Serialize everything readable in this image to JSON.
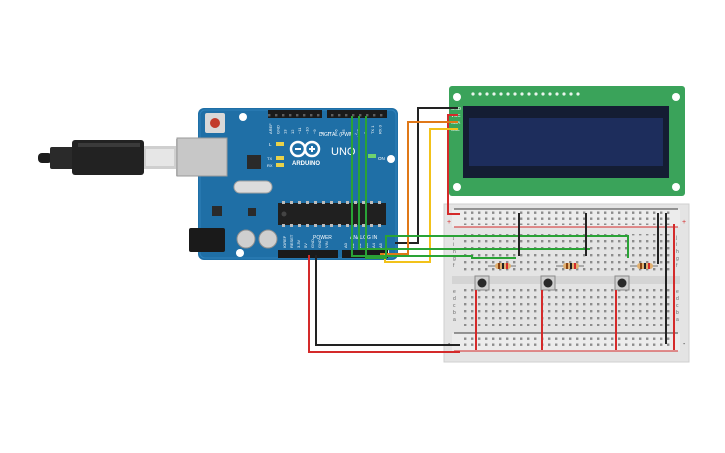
{
  "arduino": {
    "brand": "ARDUINO",
    "model": "UNO",
    "power_header_label": "POWER",
    "digital_header_label": "DIGITAL (PWM ~)",
    "analog_header_label": "ANALOG IN",
    "on_label": "ON",
    "led_l": "L",
    "led_tx": "TX",
    "led_rx": "RX",
    "digital_pins": [
      "AREF",
      "GND",
      "13",
      "12",
      "~11",
      "~10",
      "~9",
      "8",
      "7",
      "~6",
      "~5",
      "4",
      "~3",
      "2",
      "TX 1",
      "RX 0"
    ],
    "power_pins": [
      "IOREF",
      "RESET",
      "3.3V",
      "5V",
      "GND",
      "GND",
      "VIN"
    ],
    "analog_pins": [
      "A0",
      "A1",
      "A2",
      "A3",
      "A4",
      "A5"
    ]
  },
  "lcd": {
    "pins": [
      "GND",
      "VCC",
      "SDA",
      "SCL"
    ]
  },
  "breadboard": {
    "row_letters_top": [
      "j",
      "i",
      "h",
      "g",
      "f"
    ],
    "row_letters_bottom": [
      "e",
      "d",
      "c",
      "b",
      "a"
    ],
    "rail_plus": "+",
    "rail_minus": "-"
  },
  "components": {
    "buttons": 3,
    "resistors": 3
  },
  "colors": {
    "arduino_board": "#1f6fa6",
    "lcd_board": "#3aa35a",
    "lcd_screen": "#1b2a55",
    "wire_black": "#222222",
    "wire_red": "#d42a2a",
    "wire_green": "#2aa336",
    "wire_orange": "#e07818",
    "wire_yellow": "#f2c21a"
  }
}
